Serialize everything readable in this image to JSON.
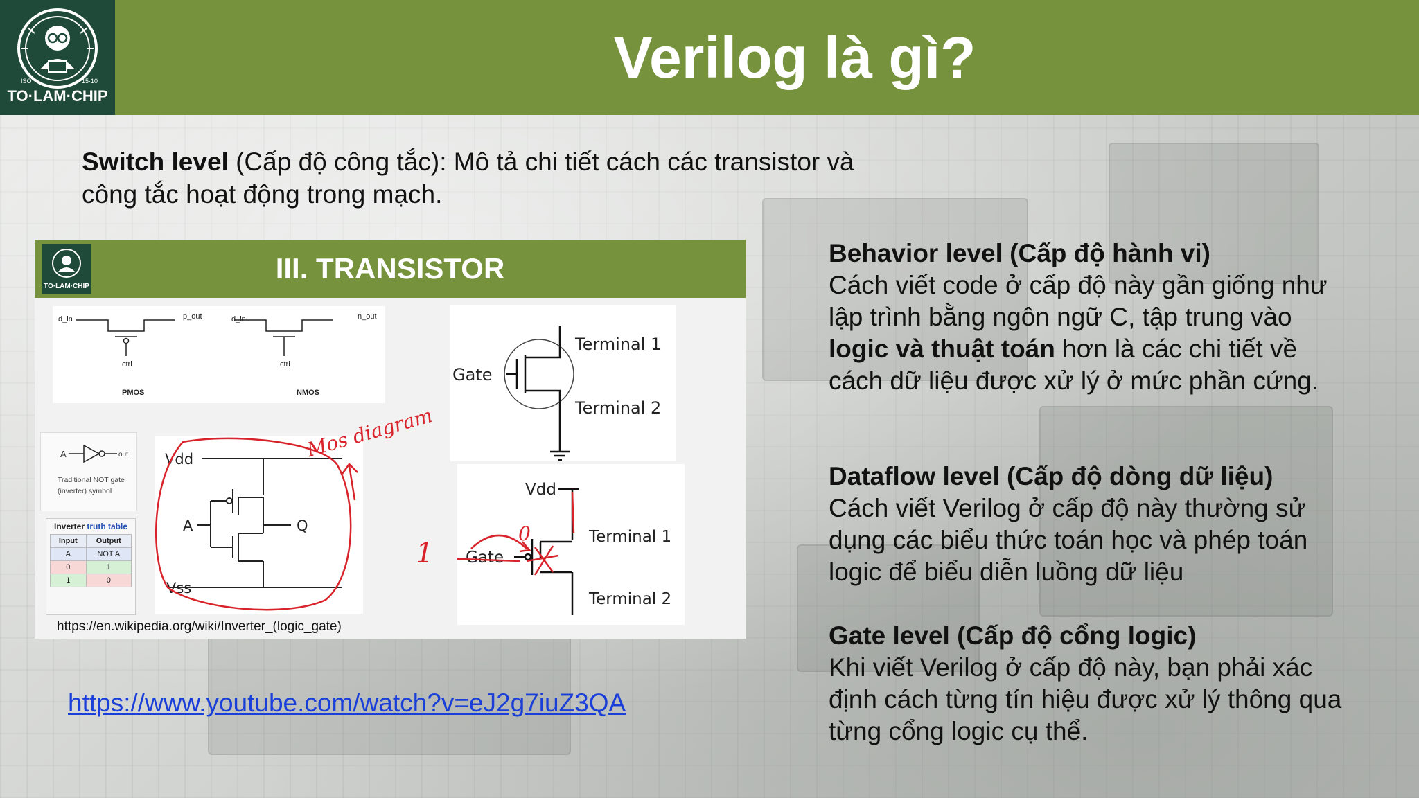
{
  "header": {
    "title": "Verilog là gì?",
    "logo": {
      "icon": "engineer-chip-logo",
      "text": "TO·LAM·CHIP",
      "year_left": "ISO",
      "year_right": "15·10"
    },
    "color": "#76923c"
  },
  "switch": {
    "bold": "Switch level",
    "text": " (Cấp độ công tắc): Mô tả chi tiết cách các transistor và công tắc hoạt động trong mạch."
  },
  "inner_slide": {
    "title": "III. TRANSISTOR",
    "logo_text": "TO·LAM·CHIP",
    "pmos": {
      "in": "d_in",
      "out": "p_out",
      "ctrl": "ctrl",
      "name": "PMOS"
    },
    "nmos": {
      "in": "d_in",
      "out": "n_out",
      "ctrl": "ctrl",
      "name": "NMOS"
    },
    "mosfet": {
      "gate": "Gate",
      "t1": "Terminal 1",
      "t2": "Terminal 2"
    },
    "not_gate": {
      "a": "A",
      "out": "out",
      "caption": "Traditional NOT gate (inverter) symbol"
    },
    "truth_table": {
      "title_part1": "Inverter ",
      "title_part2": "truth table",
      "headers": [
        "Input",
        "Output"
      ],
      "rows": [
        [
          "A",
          "NOT A"
        ],
        [
          "0",
          "1"
        ],
        [
          "1",
          "0"
        ]
      ]
    },
    "cmos": {
      "vdd": "Vdd",
      "a": "A",
      "q": "Q",
      "vss": "Vss",
      "annotation": "Mos diagram"
    },
    "switch_demo": {
      "vdd": "Vdd",
      "gate": "Gate",
      "t1": "Terminal 1",
      "t2": "Terminal 2",
      "mark_1": "1",
      "mark_0": "0"
    },
    "wiki_url": "https://en.wikipedia.org/wiki/Inverter_(logic_gate)"
  },
  "youtube_link": "https://www.youtube.com/watch?v=eJ2g7iuZ3QA",
  "behavior": {
    "heading": "Behavior level (Cấp độ hành vi)",
    "t1": "Cách viết code ở cấp độ này gần giống như lập trình bằng ngôn ngữ C, tập trung vào ",
    "bold": "logic và thuật toán",
    "t2": " hơn là các chi tiết về cách dữ liệu được xử lý ở mức phần cứng."
  },
  "dataflow": {
    "heading": "Dataflow level (Cấp độ dòng dữ liệu)",
    "text": "Cách viết Verilog ở cấp độ này thường sử dụng các biểu thức toán học và phép toán logic để biểu diễn luồng dữ liệu"
  },
  "gate": {
    "heading": "Gate level (Cấp độ cổng logic)",
    "text": "Khi viết Verilog ở cấp độ này, bạn phải xác định cách từng tín hiệu được xử lý thông qua từng cổng logic cụ thể."
  },
  "colors": {
    "accent": "#76923c",
    "logo_bg": "#1f4a3a",
    "link": "#1a3fd8",
    "annotation": "#d8232a"
  }
}
